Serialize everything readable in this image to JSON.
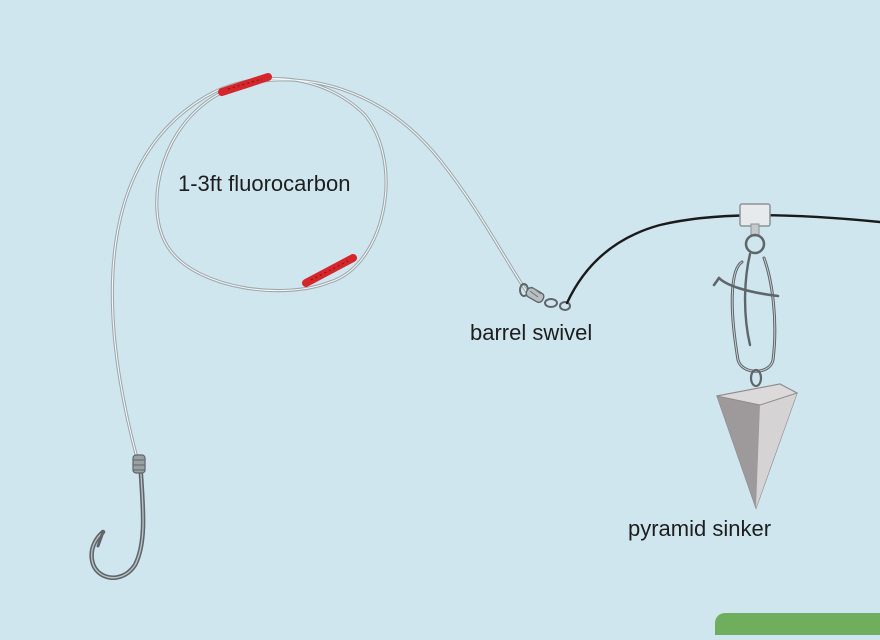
{
  "labels": {
    "leader": "1-3ft fluorocarbon",
    "swivel": "barrel swivel",
    "sinker": "pyramid sinker"
  },
  "colors": {
    "background": "#cfe6ef",
    "leader_line": "#a9b3b8",
    "main_line": "#1a1a1a",
    "knot_bead": "#d4262b",
    "metal": "#8c9296",
    "sinker": "#b9b6b8"
  },
  "icons": [
    "fish-hook-icon",
    "barrel-swivel-icon",
    "snap-clip-icon",
    "pyramid-sinker-icon",
    "sliding-sleeve-icon"
  ]
}
